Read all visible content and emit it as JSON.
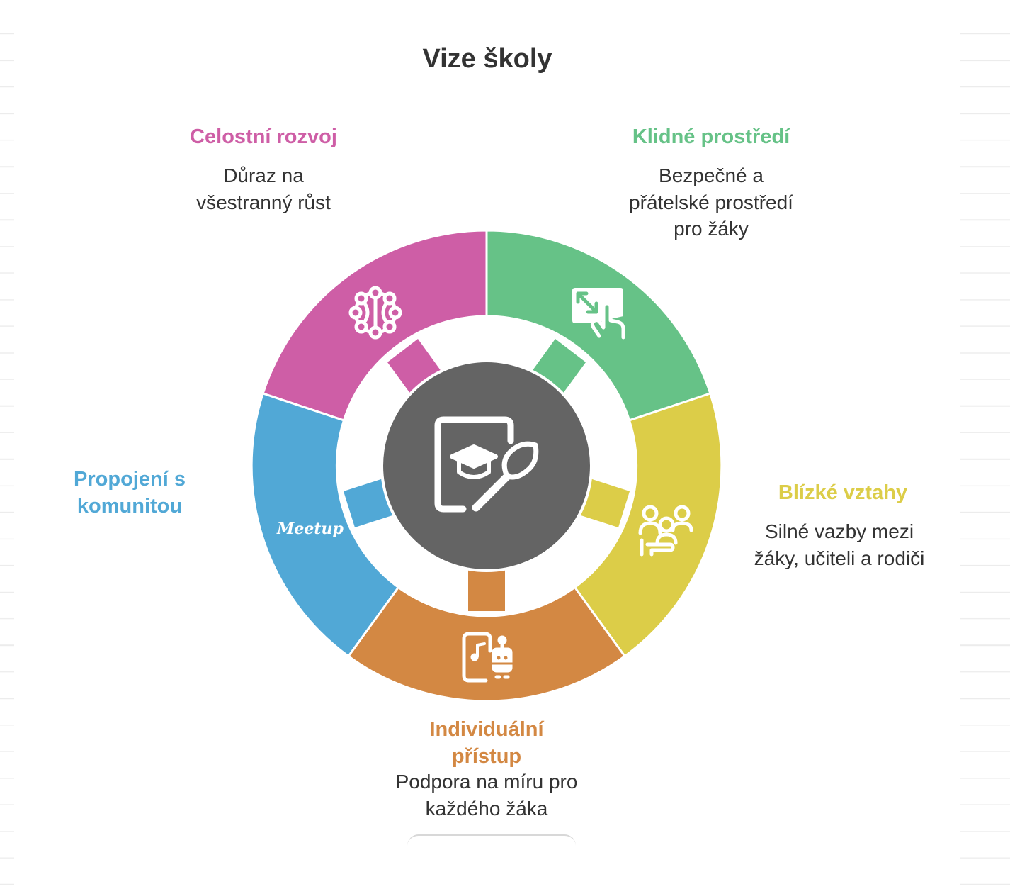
{
  "title": "Vize školy",
  "colors": {
    "pink": "#CE5EA6",
    "green": "#66C287",
    "yellow": "#DCCD48",
    "orange": "#D38843",
    "blue": "#51A8D6",
    "center": "#646464",
    "text": "#333333"
  },
  "center": {
    "icon": "tablet-graduation-brush-icon"
  },
  "segments": [
    {
      "key": "celostni",
      "label": "Celostní rozvoj",
      "desc": "Důraz na všestranný růst",
      "icon": "brain-icon",
      "color": "#CE5EA6"
    },
    {
      "key": "klidne",
      "label": "Klidné prostředí",
      "desc": "Bezpečné a přátelské prostředí pro žáky",
      "icon": "expand-touch-icon",
      "color": "#66C287"
    },
    {
      "key": "blizke",
      "label": "Blízké vztahy",
      "desc": "Silné vazby mezi žáky, učiteli a rodiči",
      "icon": "family-group-icon",
      "color": "#DCCD48"
    },
    {
      "key": "individualni",
      "label": "Individuální přístup",
      "desc": "Podpora na míru pro každého žáka",
      "icon": "phone-music-robot-icon",
      "color": "#D38843"
    },
    {
      "key": "propojeni",
      "label": "Propojení s komunitou",
      "desc": "",
      "icon": "meetup-logo-icon",
      "icon_text": "Meetup",
      "color": "#51A8D6"
    }
  ]
}
